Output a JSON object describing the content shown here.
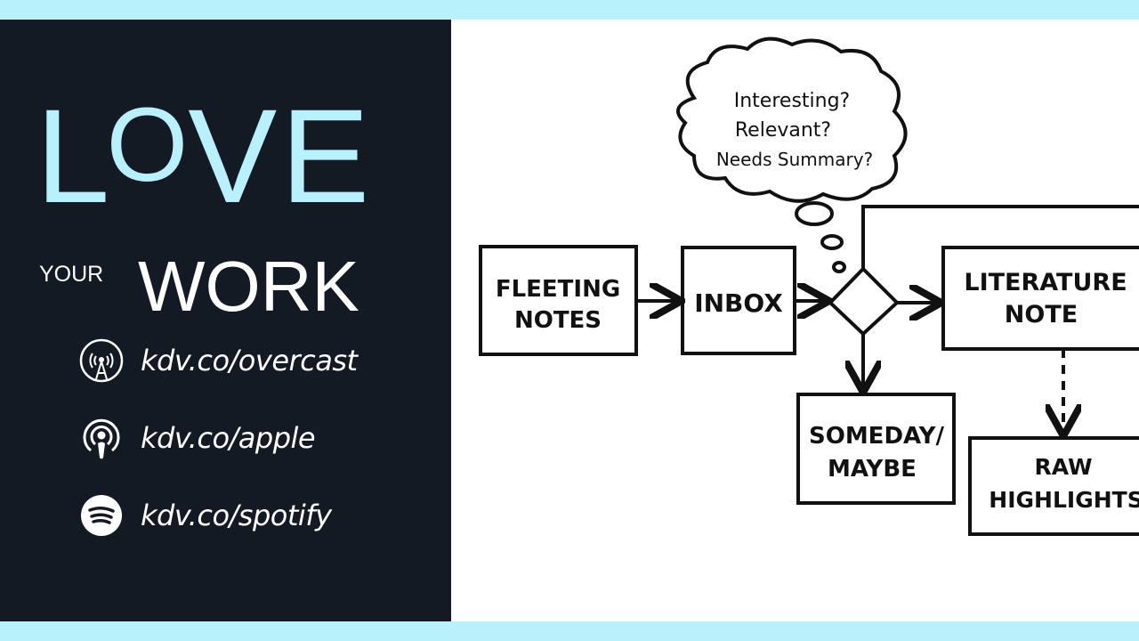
{
  "logo": {
    "love": "LOVE",
    "your": "YOUR",
    "work": "WORK"
  },
  "links": [
    {
      "icon": "overcast-icon",
      "label": "kdv.co/overcast"
    },
    {
      "icon": "apple-podcasts-icon",
      "label": "kdv.co/apple"
    },
    {
      "icon": "spotify-icon",
      "label": "kdv.co/spotify"
    }
  ],
  "diagram": {
    "thought": [
      "Interesting?",
      "Relevant?",
      "Needs Summary?"
    ],
    "fleeting": [
      "FLEETING",
      "NOTES"
    ],
    "inbox": "INBOX",
    "literature": [
      "LITERATURE",
      "NOTE"
    ],
    "someday": [
      "SOMEDAY/",
      "MAYBE"
    ],
    "raw": [
      "RAW",
      "HIGHLIGHTS"
    ]
  },
  "colors": {
    "accent": "#b8f0fb",
    "panel": "#131a24"
  }
}
